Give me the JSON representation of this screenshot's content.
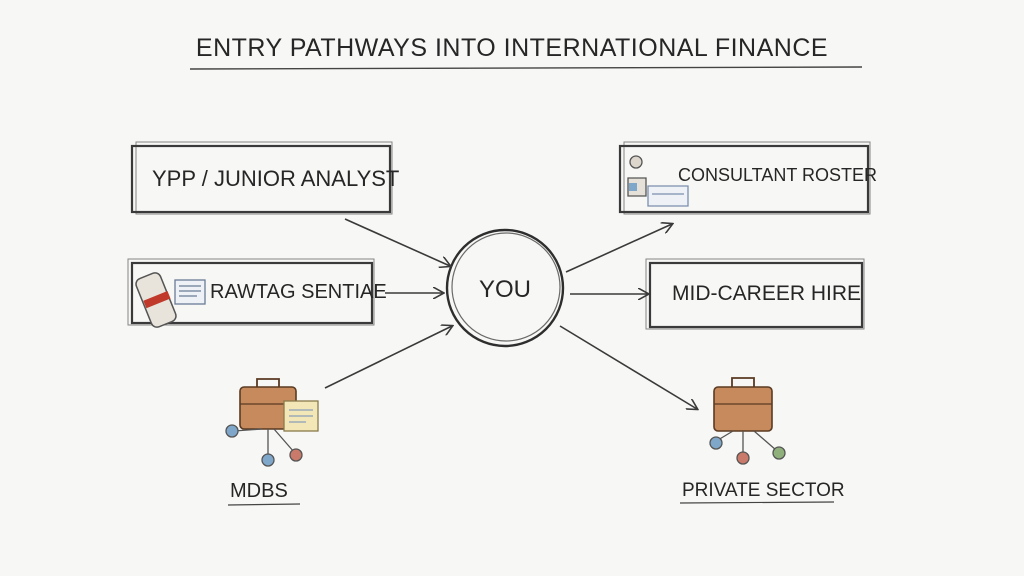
{
  "title": "ENTRY PATHWAYS INTO INTERNATIONAL FINANCE",
  "center": "YOU",
  "left": {
    "ypp": "YPP / JUNIOR ANALYST",
    "middle": "RAWTAG SENTIAE",
    "mdbs": "MDBS"
  },
  "right": {
    "consultant": "CONSULTANT ROSTER",
    "mid_career": "MID-CAREER HIRE",
    "private_sector": "PRIVATE SECTOR"
  },
  "colors": {
    "ink": "#2b2b2b",
    "briefcase": "#c07a4a",
    "ribbon": "#c0392b",
    "node_blue": "#7fa7c9",
    "node_red": "#c97a6a",
    "node_green": "#8fb07a"
  }
}
